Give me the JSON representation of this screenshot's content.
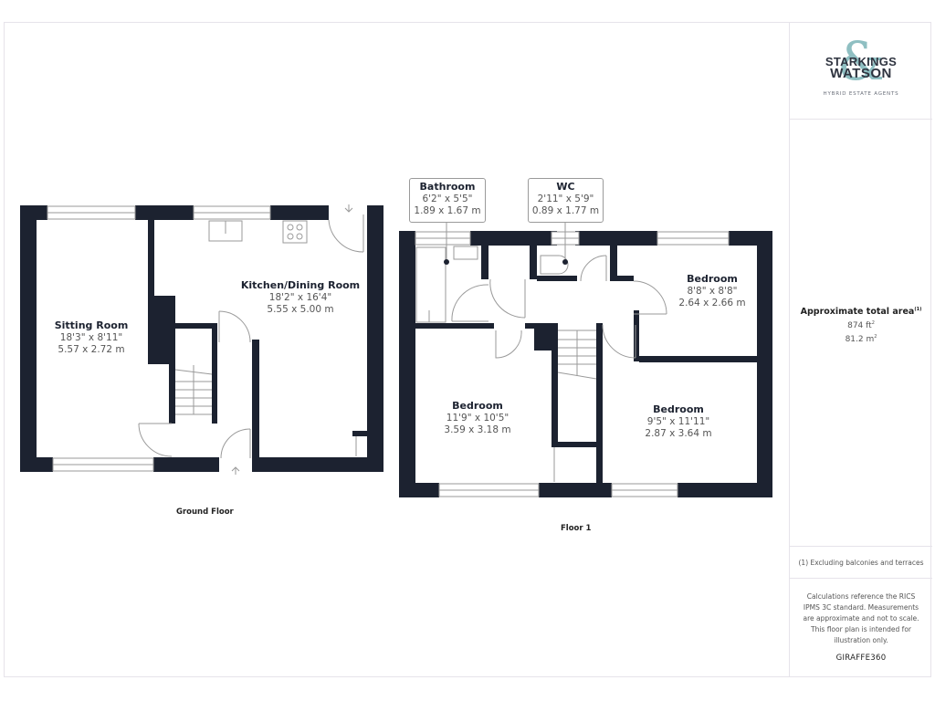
{
  "brand": {
    "name_line1": "STARKINGS",
    "name_line2": "WATSON",
    "ampersand": "&",
    "tagline": "HYBRID ESTATE AGENTS",
    "accent_color": "#8fbfc2"
  },
  "area": {
    "title": "Approximate total area",
    "footnote_marker": "(1)",
    "sqft_value": "874 ft",
    "sqft_unit_sup": "2",
    "sqm_value": "81.2 m",
    "sqm_unit_sup": "2"
  },
  "notes": {
    "exclusion": "(1) Excluding balconies and terraces",
    "disclaimer": "Calculations reference the RICS IPMS 3C standard. Measurements are approximate and not to scale. This floor plan is intended for illustration only.",
    "provider": "GIRAFFE360"
  },
  "floors": {
    "ground": {
      "label": "Ground Floor",
      "rooms": [
        {
          "name": "Sitting Room",
          "imperial": "18'3\" x 8'11\"",
          "metric": "5.57 x 2.72 m"
        },
        {
          "name": "Kitchen/Dining Room",
          "imperial": "18'2\" x 16'4\"",
          "metric": "5.55 x 5.00 m"
        }
      ]
    },
    "first": {
      "label": "Floor 1",
      "rooms": [
        {
          "name": "Bathroom",
          "imperial": "6'2\" x 5'5\"",
          "metric": "1.89 x 1.67 m"
        },
        {
          "name": "WC",
          "imperial": "2'11\" x 5'9\"",
          "metric": "0.89 x 1.77 m"
        },
        {
          "name": "Bedroom",
          "imperial": "8'8\" x 8'8\"",
          "metric": "2.64 x 2.66 m"
        },
        {
          "name": "Bedroom",
          "imperial": "11'9\" x 10'5\"",
          "metric": "3.59 x 3.18 m"
        },
        {
          "name": "Bedroom",
          "imperial": "9'5\" x 11'11\"",
          "metric": "2.87 x 3.64 m"
        }
      ]
    }
  },
  "colors": {
    "wall": "#1c2230",
    "line": "#9a9a9a"
  }
}
